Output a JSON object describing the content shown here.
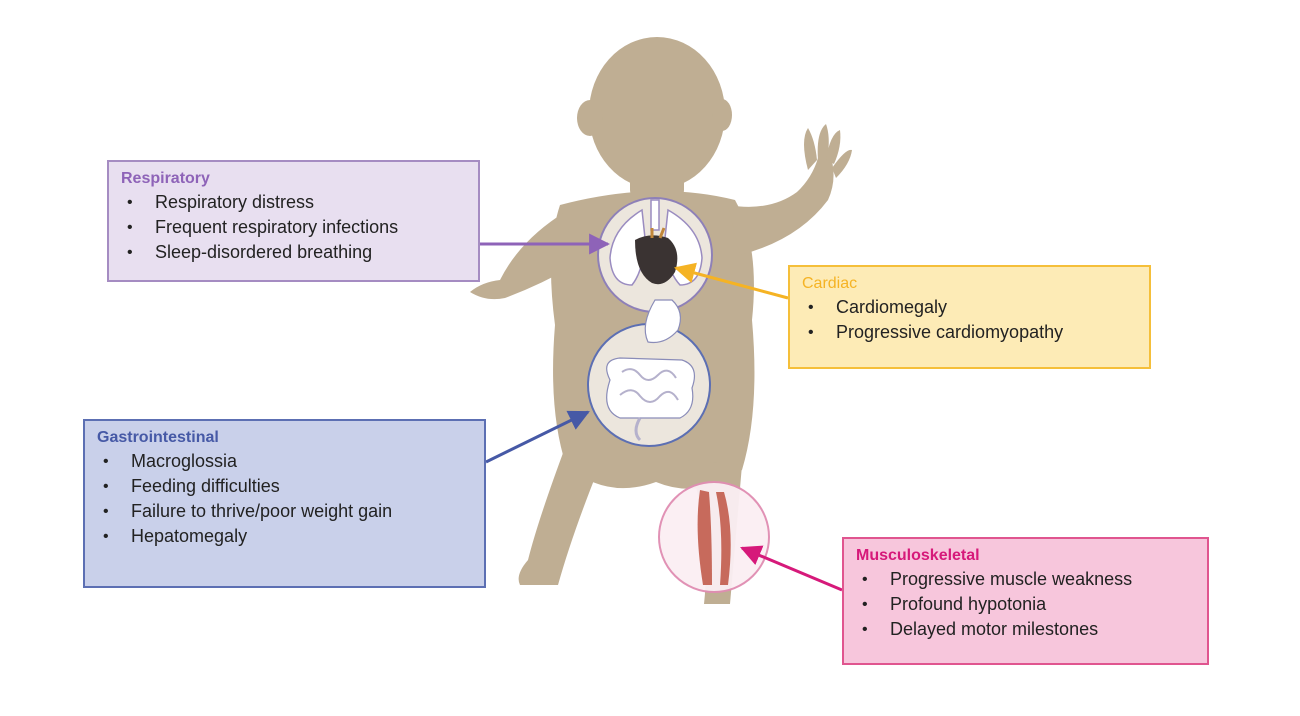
{
  "colors": {
    "silhouette": "#bfae93",
    "respiratory": "#8e63b8",
    "cardiac": "#f5b324",
    "gastrointestinal": "#4659a6",
    "musculoskeletal": "#d6197a"
  },
  "respiratory": {
    "title": "Respiratory",
    "items": [
      "Respiratory distress",
      "Frequent respiratory infections",
      "Sleep-disordered breathing"
    ]
  },
  "cardiac": {
    "title": "Cardiac",
    "items": [
      "Cardiomegaly",
      "Progressive cardiomyopathy"
    ]
  },
  "gastrointestinal": {
    "title": "Gastrointestinal",
    "items": [
      "Macroglossia",
      "Feeding difficulties",
      "Failure to thrive/poor weight gain",
      "Hepatomegaly"
    ]
  },
  "musculoskeletal": {
    "title": "Musculoskeletal",
    "items": [
      "Progressive muscle weakness",
      "Profound hypotonia",
      "Delayed motor milestones"
    ]
  }
}
